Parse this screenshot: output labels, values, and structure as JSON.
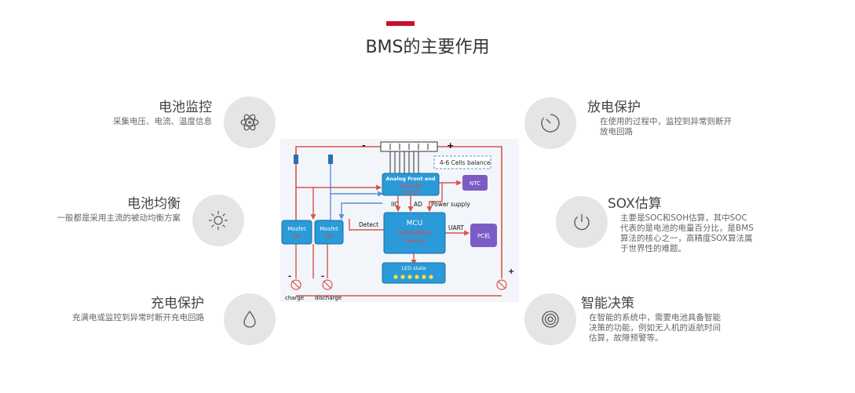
{
  "title": "BMS的主要作用",
  "colors": {
    "accent": "#c8102e",
    "circle": "#e5e5e5",
    "block_blue": "#2a9ad8",
    "wire_red": "#d9534f",
    "wire_blue": "#5b8fd6"
  },
  "features": [
    {
      "title": "电池监控",
      "desc": [
        "采集电压、电流、温度信息"
      ],
      "icon": "atom-icon"
    },
    {
      "title": "电池均衡",
      "desc": [
        "一般都是采用主流的被动均衡方案"
      ],
      "icon": "sun-icon"
    },
    {
      "title": "充电保护",
      "desc": [
        "充满电或监控到异常时断开充电回路"
      ],
      "icon": "drop-icon"
    },
    {
      "title": "放电保护",
      "desc": [
        "在使用的过程中，监控到异常则断开",
        "放电回路"
      ],
      "icon": "timer-icon"
    },
    {
      "title": "SOX估算",
      "desc": [
        "主要是SOC和SOH估算，其中SOC",
        "代表的是电池的电量百分比，是BMS",
        "算法的核心之一，高精度SOX算法属",
        "于世界性的难题。"
      ],
      "icon": "power-icon"
    },
    {
      "title": "智能决策",
      "desc": [
        "在智能的系统中，需要电池具备智能",
        "决策的功能，例如无人机的返航时间",
        "估算，故障预警等。"
      ],
      "icon": "target-icon"
    }
  ],
  "diagram": {
    "minus": "-",
    "plus": "+",
    "plus2": "+",
    "cells_balance": "4-6 Cells balance",
    "afe_title": "Analog Front end",
    "afe_chip": "ISL94208",
    "afe_vendor": "intersil",
    "ntc": "NTC",
    "iic": "IIC",
    "ad": "AD",
    "power_supply": "Power supply",
    "detect": "Detect",
    "mcu_title": "MCU",
    "mcu_chip": "MC9S08PA16",
    "mcu_vendor": "freescale",
    "uart": "UART",
    "pc": "PC机",
    "mosfet": "Mosfet",
    "mosfet_sub": "AIR",
    "led_state": "LED state",
    "charge": "charge",
    "discharge": "discharge",
    "minus_small": "-"
  }
}
